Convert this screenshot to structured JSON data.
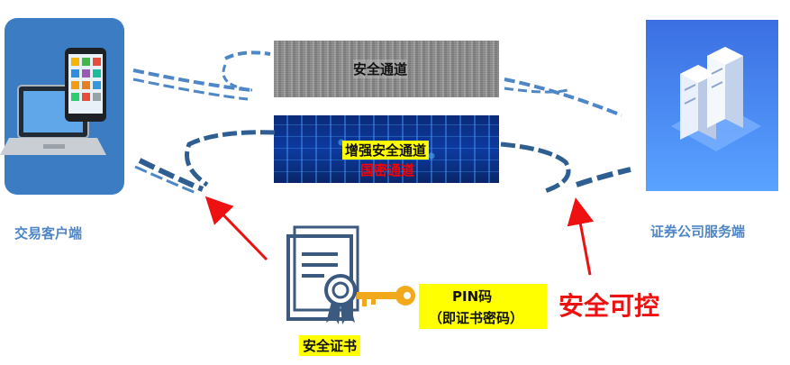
{
  "client": {
    "label": "交易客户端",
    "panel_color": "#3b7cc2"
  },
  "server": {
    "label": "证券公司服务端"
  },
  "channels": {
    "secure": {
      "label": "安全通道"
    },
    "enhanced": {
      "label": "增强安全通道",
      "sublabel": "国密通道"
    }
  },
  "certificate": {
    "label": "安全证书"
  },
  "pin": {
    "line1": "PIN码",
    "line2": "（即证书密码）"
  },
  "tagline": "安全可控",
  "colors": {
    "label_blue": "#4f86c6",
    "accent_red": "#ee1111",
    "highlight_yellow": "#ffff00",
    "dash_blue": "#4f86c6",
    "dash_dark": "#2f5f92"
  },
  "icons": [
    "laptop-icon",
    "smartphone-icon",
    "server-rack-icon",
    "certificate-icon",
    "key-icon"
  ]
}
